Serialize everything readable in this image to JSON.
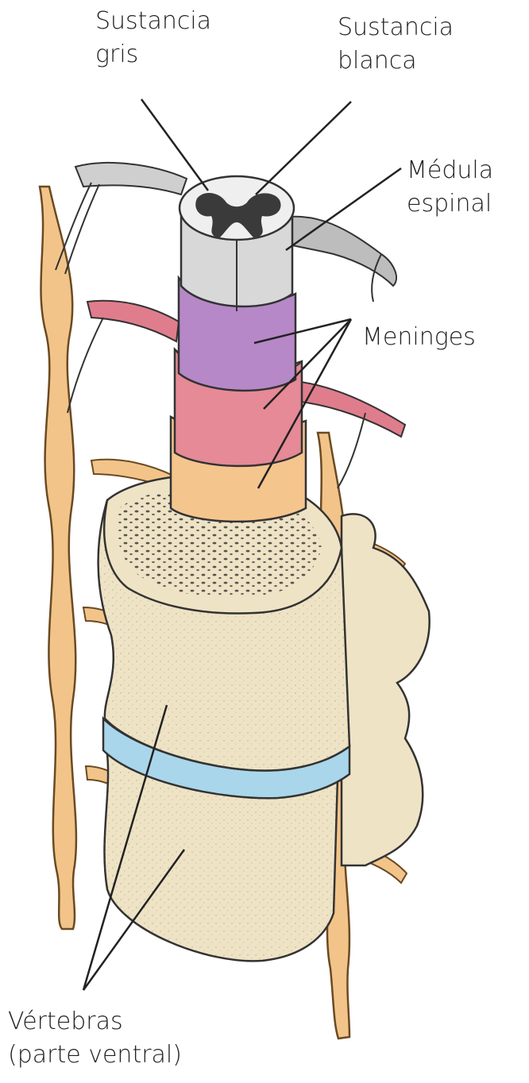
{
  "labels": {
    "sustancia_gris": [
      "Sustancia",
      "gris"
    ],
    "sustancia_blanca": [
      "Sustancia",
      "blanca"
    ],
    "medula_espinal": [
      "Médula",
      "espinal"
    ],
    "meninges": "Meninges",
    "vertebras": [
      "Vértebras",
      "(parte ventral)"
    ]
  },
  "colors": {
    "nerve": "#f2c48a",
    "nerve_outline": "#6a4a22",
    "dura": "#f5c58e",
    "arachnoid": "#e58a96",
    "pia": "#b688c8",
    "white_matter": "#d8d8d8",
    "gray_matter": "#3a3a3a",
    "vertebra": "#efe3c6",
    "disc": "#a9d6ea",
    "leader": "#222222"
  }
}
